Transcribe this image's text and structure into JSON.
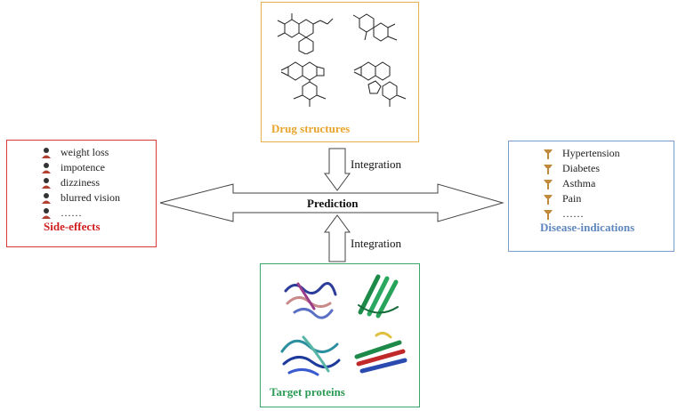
{
  "drug_box": {
    "title": "Drug structures"
  },
  "protein_box": {
    "title": "Target proteins"
  },
  "side_effects": {
    "title": "Side-effects",
    "items": [
      "weight loss",
      "impotence",
      "dizziness",
      "blurred vision",
      "……"
    ]
  },
  "disease_indications": {
    "title": "Disease-indications",
    "items": [
      "Hypertension",
      "Diabetes",
      "Asthma",
      "Pain",
      "……"
    ]
  },
  "flow": {
    "integration_top": "Integration",
    "integration_bottom": "Integration",
    "prediction": "Prediction"
  }
}
